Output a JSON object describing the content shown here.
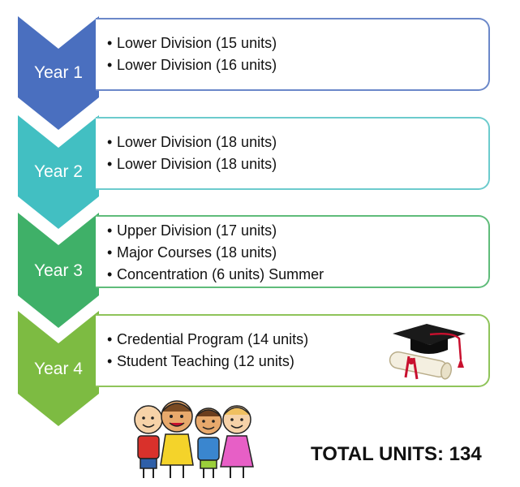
{
  "years": [
    {
      "label": "Year 1",
      "color": "#4a6fbf",
      "border": "#6b88c9",
      "items": [
        "Lower Division (15 units)",
        "Lower Division (16 units)"
      ]
    },
    {
      "label": "Year 2",
      "color": "#42bfc2",
      "border": "#6ccbcd",
      "items": [
        "Lower Division (18 units)",
        "Lower Division (18 units)"
      ]
    },
    {
      "label": "Year 3",
      "color": "#3fb068",
      "border": "#5fbc7a",
      "items": [
        "Upper Division (17 units)",
        "Major Courses (18 units)",
        "Concentration (6 units) Summer"
      ]
    },
    {
      "label": "Year 4",
      "color": "#7dbb42",
      "border": "#8fc45a",
      "items": [
        "Credential Program (14 units)",
        "Student Teaching (12 units)"
      ]
    }
  ],
  "bullet": "•",
  "total": "TOTAL UNITS: 134"
}
